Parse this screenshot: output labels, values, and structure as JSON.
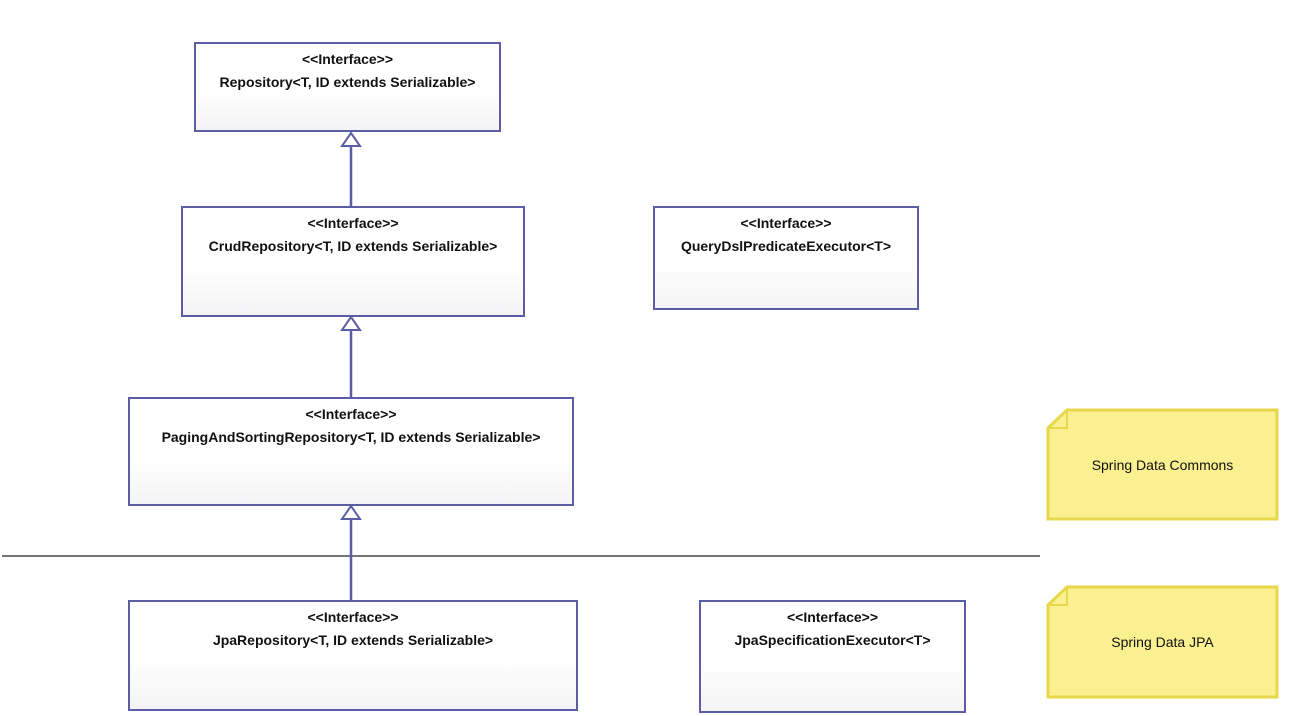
{
  "interfaces": {
    "repository": {
      "stereotype": "<<Interface>>",
      "name": "Repository<T, ID extends Serializable>"
    },
    "crud": {
      "stereotype": "<<Interface>>",
      "name": "CrudRepository<T, ID extends Serializable>"
    },
    "paging": {
      "stereotype": "<<Interface>>",
      "name": "PagingAndSortingRepository<T, ID extends Serializable>"
    },
    "jpa": {
      "stereotype": "<<Interface>>",
      "name": "JpaRepository<T, ID extends Serializable>"
    },
    "querydsl": {
      "stereotype": "<<Interface>>",
      "name": "QueryDslPredicateExecutor<T>"
    },
    "jpaspec": {
      "stereotype": "<<Interface>>",
      "name": "JpaSpecificationExecutor<T>"
    }
  },
  "notes": {
    "commons": "Spring Data Commons",
    "jpa": "Spring Data JPA"
  },
  "colors": {
    "box_border": "#5b5ea6",
    "note_fill": "#faf08f",
    "note_border": "#e6d84a",
    "separator": "#222222"
  }
}
